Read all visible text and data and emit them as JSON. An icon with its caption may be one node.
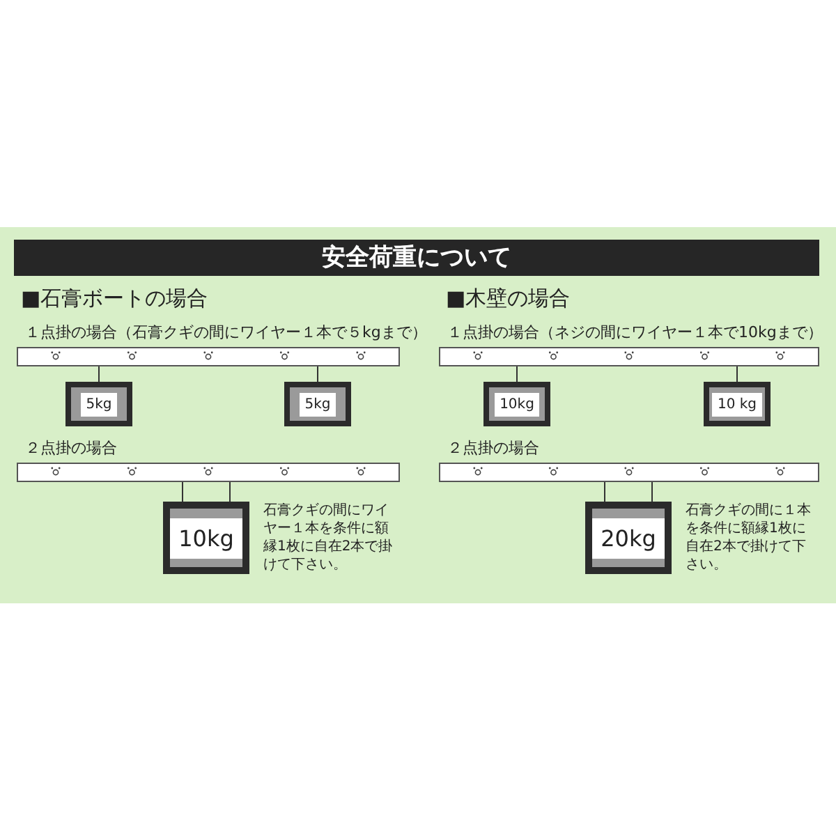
{
  "diagram": {
    "title": "安全荷重について",
    "nodes": [
      {
        "text": [],
        "shape": "bar",
        "beside": [
          "１点掛の場合（石膏クギの間にワイヤー１本で５kgまで）"
        ]
      },
      {
        "text": [
          "5kg"
        ]
      },
      {
        "text": [
          "5kg"
        ]
      },
      {
        "text": [],
        "shape": "bar",
        "beside": [
          "１点掛の場合（ネジの間にワイヤー１本で10kgまで）"
        ]
      },
      {
        "text": [
          "10kg"
        ]
      },
      {
        "text": [
          "10 kg"
        ]
      },
      {
        "text": [],
        "shape": "bar",
        "beside": [
          "２点掛の場合"
        ]
      },
      {
        "text": [
          "10kg"
        ],
        "beside": [
          "石膏クギの間にワイヤー１本を条件に額縁1枚に自在2本で掛けて下さい。"
        ]
      },
      {
        "text": [],
        "shape": "bar",
        "beside": [
          "２点掛の場合"
        ]
      },
      {
        "text": [
          "20kg"
        ],
        "beside": [
          "石膏クギの間に１本を条件に額縁1枚に自在2本で掛けて下さい。"
        ]
      }
    ],
    "edges": [
      {
        "from": 0,
        "to": 1,
        "arrow": "none"
      },
      {
        "from": 0,
        "to": 2,
        "arrow": "none"
      },
      {
        "from": 3,
        "to": 4,
        "arrow": "none"
      },
      {
        "from": 3,
        "to": 5,
        "arrow": "none"
      },
      {
        "from": 6,
        "to": 7,
        "arrow": "none"
      },
      {
        "from": 6,
        "to": 7,
        "arrow": "none"
      },
      {
        "from": 8,
        "to": 9,
        "arrow": "none"
      },
      {
        "from": 8,
        "to": 9,
        "arrow": "none"
      }
    ],
    "labels": [
      "■石膏ボートの場合",
      "■木壁の場合"
    ]
  }
}
